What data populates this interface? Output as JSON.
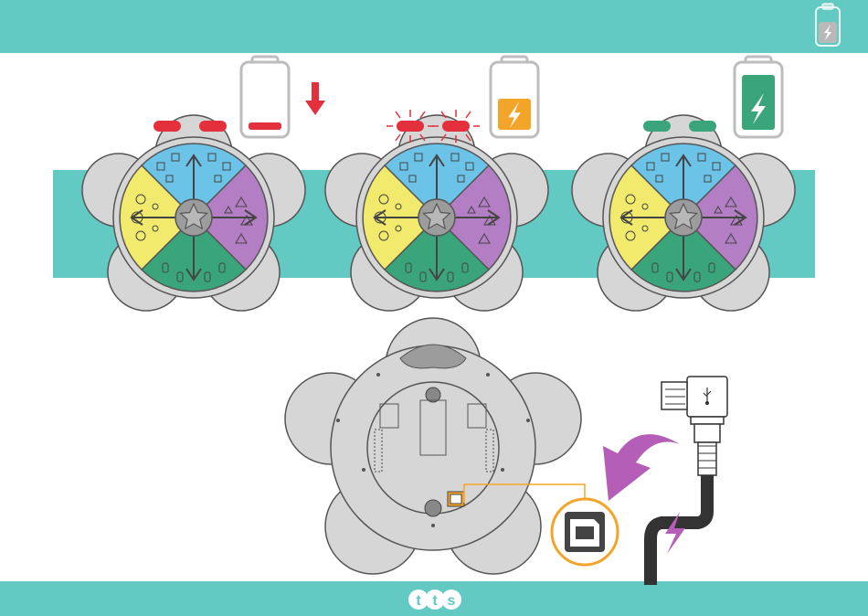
{
  "header": {
    "status_icon": "battery-charging-icon"
  },
  "robots": [
    {
      "state": "low-battery",
      "eye_color": "#e42f3c",
      "battery_level": 0.2,
      "battery_color": "#e42f3c",
      "battery_icon": "battery-low-icon",
      "indicator_icon": "arrow-down-icon"
    },
    {
      "state": "charging",
      "eye_color": "#e42f3c",
      "eyes_flashing": true,
      "battery_color": "#f3a529",
      "battery_icon": "battery-charging-icon"
    },
    {
      "state": "fully-charged",
      "eye_color": "#3aa57b",
      "battery_level": 1.0,
      "battery_color": "#3aa57b",
      "battery_icon": "battery-full-icon"
    }
  ],
  "colors": {
    "teal": "#62c9c3",
    "shell": "#d6d6d6",
    "blue": "#6bc3e8",
    "purple": "#b37ec4",
    "yellow": "#f1ea6c",
    "green": "#3aa57b",
    "cable_arrow": "#b55eb7"
  },
  "underside": {
    "port_icon": "usb-b-port-icon",
    "cable_icon": "usb-cable-icon",
    "plug_symbol": "usb-icon",
    "flow_icon": "lightning-icon"
  },
  "footer": {
    "logo": "tts"
  }
}
